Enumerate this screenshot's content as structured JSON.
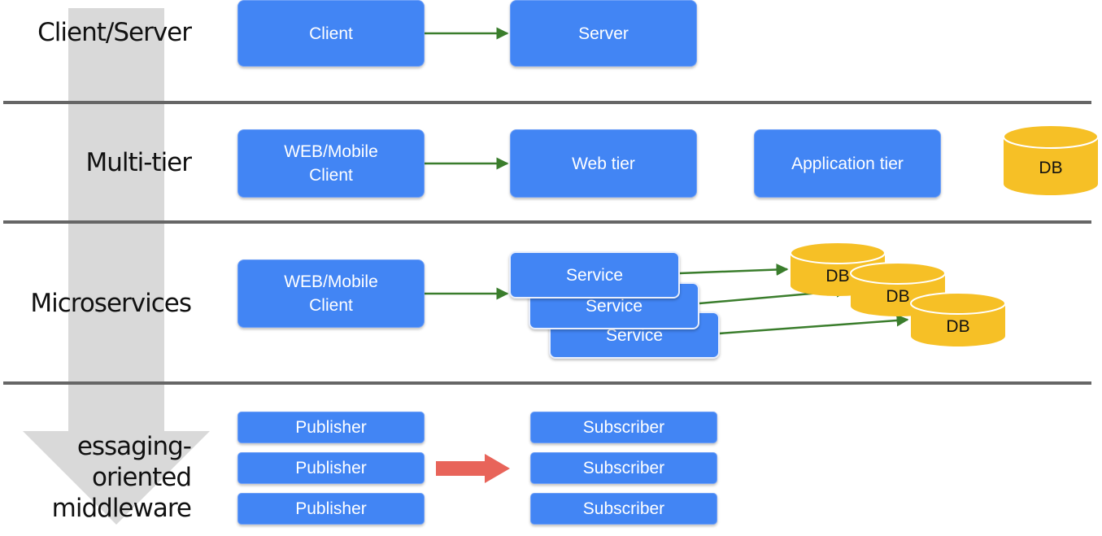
{
  "rows": [
    {
      "label": "Client/Server",
      "boxes": [
        "Client",
        "Server"
      ]
    },
    {
      "label": "Multi-tier",
      "boxes": [
        "WEB/Mobile\nClient",
        "Web tier",
        "Application tier"
      ],
      "db": "DB"
    },
    {
      "label": "Microservices",
      "boxes": [
        "WEB/Mobile\nClient",
        "Service",
        "Service",
        "Service"
      ],
      "dbs": [
        "DB",
        "DB",
        "DB"
      ]
    },
    {
      "label": "essaging-oriented\nmiddleware",
      "publishers": [
        "Publisher",
        "Publisher",
        "Publisher"
      ],
      "subscribers": [
        "Subscriber",
        "Subscriber",
        "Subscriber"
      ]
    }
  ],
  "colors": {
    "box": "#4285f4",
    "db": "#f6c026",
    "arrow": "#3a7d2c",
    "message_arrow": "#e8645a",
    "timeline_arrow": "#d9d9d9",
    "divider": "#666666"
  }
}
